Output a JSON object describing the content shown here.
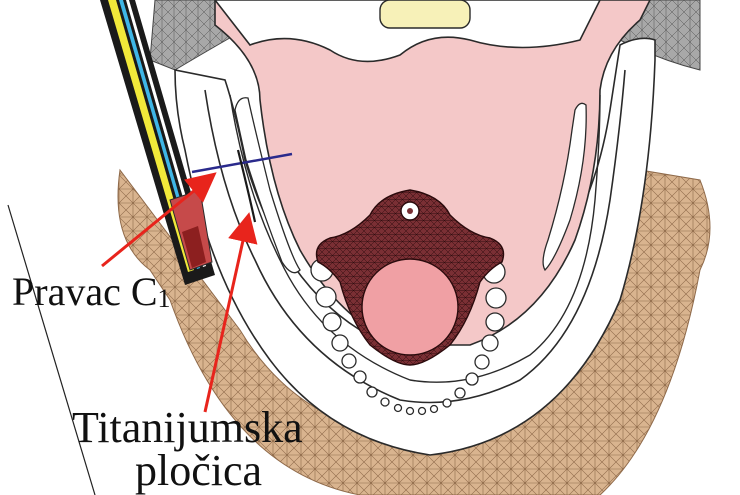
{
  "labels": {
    "pravac_main": "Pravac C",
    "pravac_sub": "1",
    "titan_line1": "Titanijumska",
    "titan_line2": "pločica"
  },
  "colors": {
    "tissue_pink": "#f4c8c8",
    "tissue_edge": "#e2a6a6",
    "bone_outline": "#2a2a2a",
    "mesh_tan": "#c9a27e",
    "mesh_grey": "#7a7a7a",
    "tongue_mesh": "#6b2a2e",
    "tongue_inner": "#f0a0a4",
    "arrow_red": "#e8241c",
    "line_blue": "#2a2a8c",
    "implant_yellow": "#f1e93a",
    "implant_cyan": "#3fb6e6"
  }
}
